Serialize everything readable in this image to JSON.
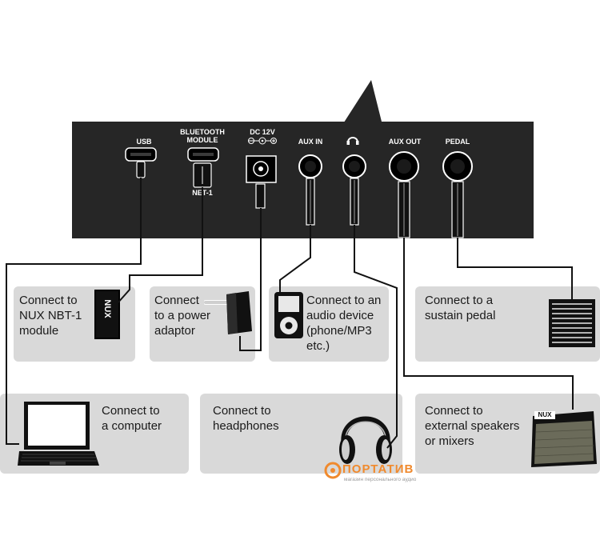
{
  "ports": {
    "usb": "USB",
    "bluetooth": "BLUETOOTH\nMODULE",
    "dc": "DC 12V",
    "aux_in": "AUX IN",
    "aux_out": "AUX OUT",
    "pedal": "PEDAL",
    "module_label": "NET-1"
  },
  "connections": {
    "nbt": "Connect to\nNUX NBT-1\nmodule",
    "power": "Connect\nto a power\nadaptor",
    "audio": "Connect to an\naudio device\n(phone/MP3\netc.)",
    "pedal": "Connect to a\nsustain pedal",
    "computer": "Connect to\na computer",
    "headphones": "Connect to\nheadphones",
    "speakers": "Connect to\nexternal speakers\nor mixers"
  },
  "logos": {
    "nux_module": "NUX",
    "nux_amp": "NUX"
  },
  "watermark": {
    "brand": "ПОРТАТИВ",
    "tagline": "магазин персонального аудио"
  }
}
